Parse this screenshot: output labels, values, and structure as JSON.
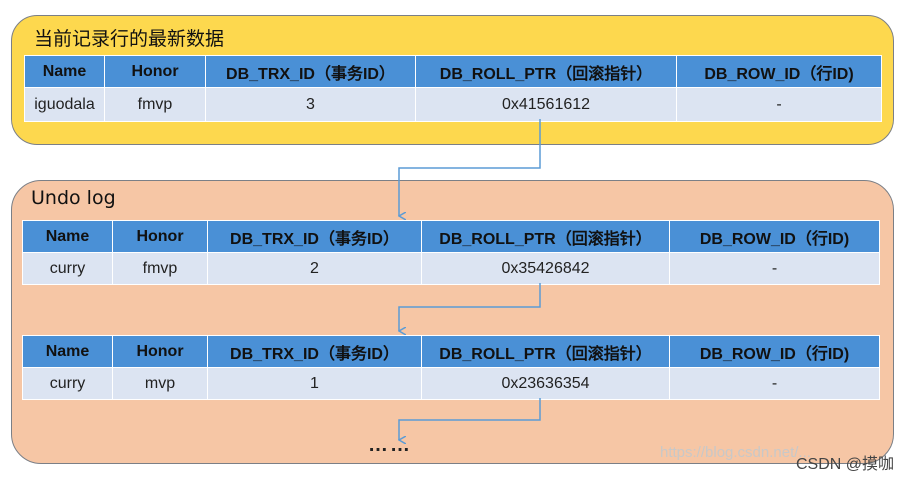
{
  "current": {
    "title": "当前记录行的最新数据",
    "headers": [
      "Name",
      "Honor",
      "DB_TRX_ID（事务ID）",
      "DB_ROLL_PTR（回滚指针）",
      "DB_ROW_ID（行ID)"
    ],
    "row": [
      "iguodala",
      "fmvp",
      "3",
      "0x41561612",
      "-"
    ]
  },
  "undo": {
    "title": "Undo log",
    "records": [
      {
        "headers": [
          "Name",
          "Honor",
          "DB_TRX_ID（事务ID）",
          "DB_ROLL_PTR（回滚指针）",
          "DB_ROW_ID（行ID)"
        ],
        "row": [
          "curry",
          "fmvp",
          "2",
          "0x35426842",
          "-"
        ]
      },
      {
        "headers": [
          "Name",
          "Honor",
          "DB_TRX_ID（事务ID）",
          "DB_ROLL_PTR（回滚指针）",
          "DB_ROW_ID（行ID)"
        ],
        "row": [
          "curry",
          "mvp",
          "1",
          "0x23636354",
          "-"
        ]
      }
    ],
    "continuation": "……"
  },
  "watermark": "https://blog.csdn.net/...",
  "brand": "CSDN @摸咖",
  "colors": {
    "current_panel": "#fdd84e",
    "undo_panel": "#f6c6a5",
    "header_cell": "#4a90d6",
    "body_cell": "#dce4f2",
    "arrow": "#5b9bd5"
  }
}
